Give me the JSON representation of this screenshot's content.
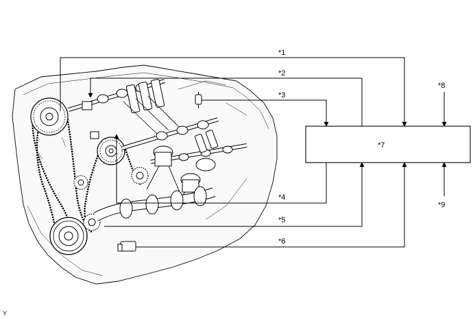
{
  "diagram": {
    "box_label": "*7",
    "callouts": {
      "c1": "*1",
      "c2": "*2",
      "c3": "*3",
      "c4": "*4",
      "c5": "*5",
      "c6": "*6",
      "c8": "*8",
      "c9": "*9"
    },
    "figure_code": "Y"
  }
}
